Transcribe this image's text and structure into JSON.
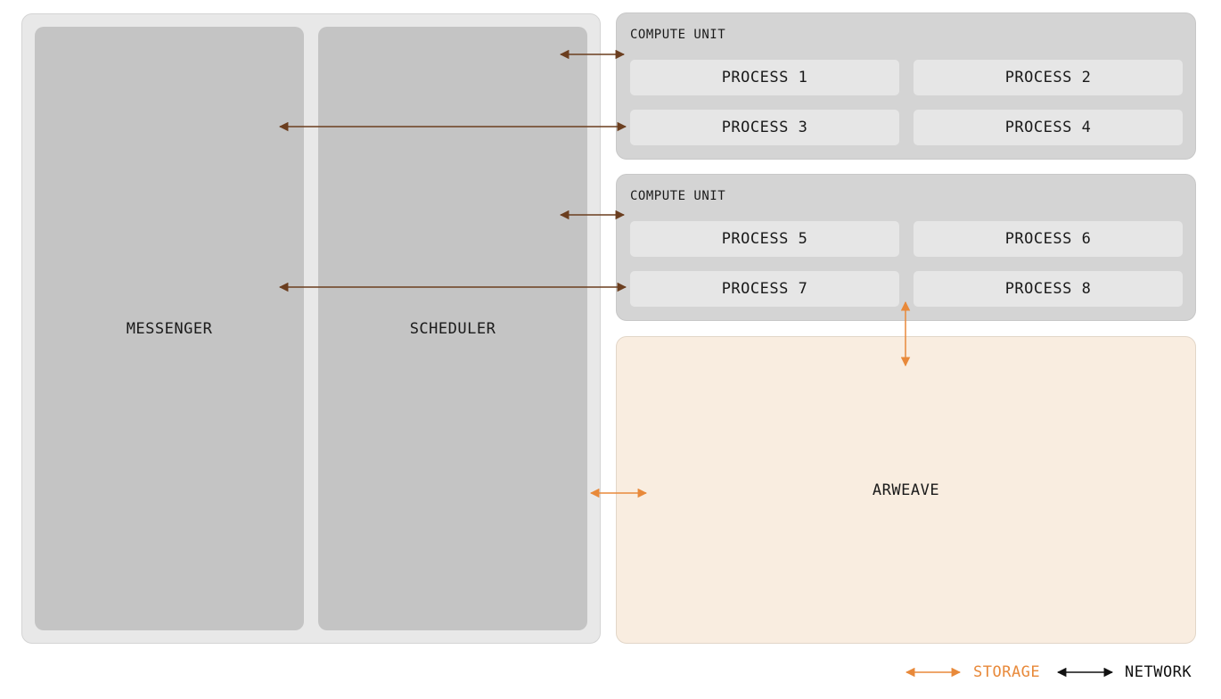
{
  "messenger": "MESSENGER",
  "scheduler": "SCHEDULER",
  "compute_units": [
    {
      "label": "COMPUTE UNIT",
      "processes": [
        "PROCESS 1",
        "PROCESS 2",
        "PROCESS 3",
        "PROCESS 4"
      ]
    },
    {
      "label": "COMPUTE UNIT",
      "processes": [
        "PROCESS 5",
        "PROCESS 6",
        "PROCESS 7",
        "PROCESS 8"
      ]
    }
  ],
  "arweave": "ARWEAVE",
  "legend": {
    "storage": "STORAGE",
    "network": "NETWORK"
  },
  "colors": {
    "storage": "#e8893a",
    "network": "#6b3e1f",
    "legend_network": "#111111"
  }
}
